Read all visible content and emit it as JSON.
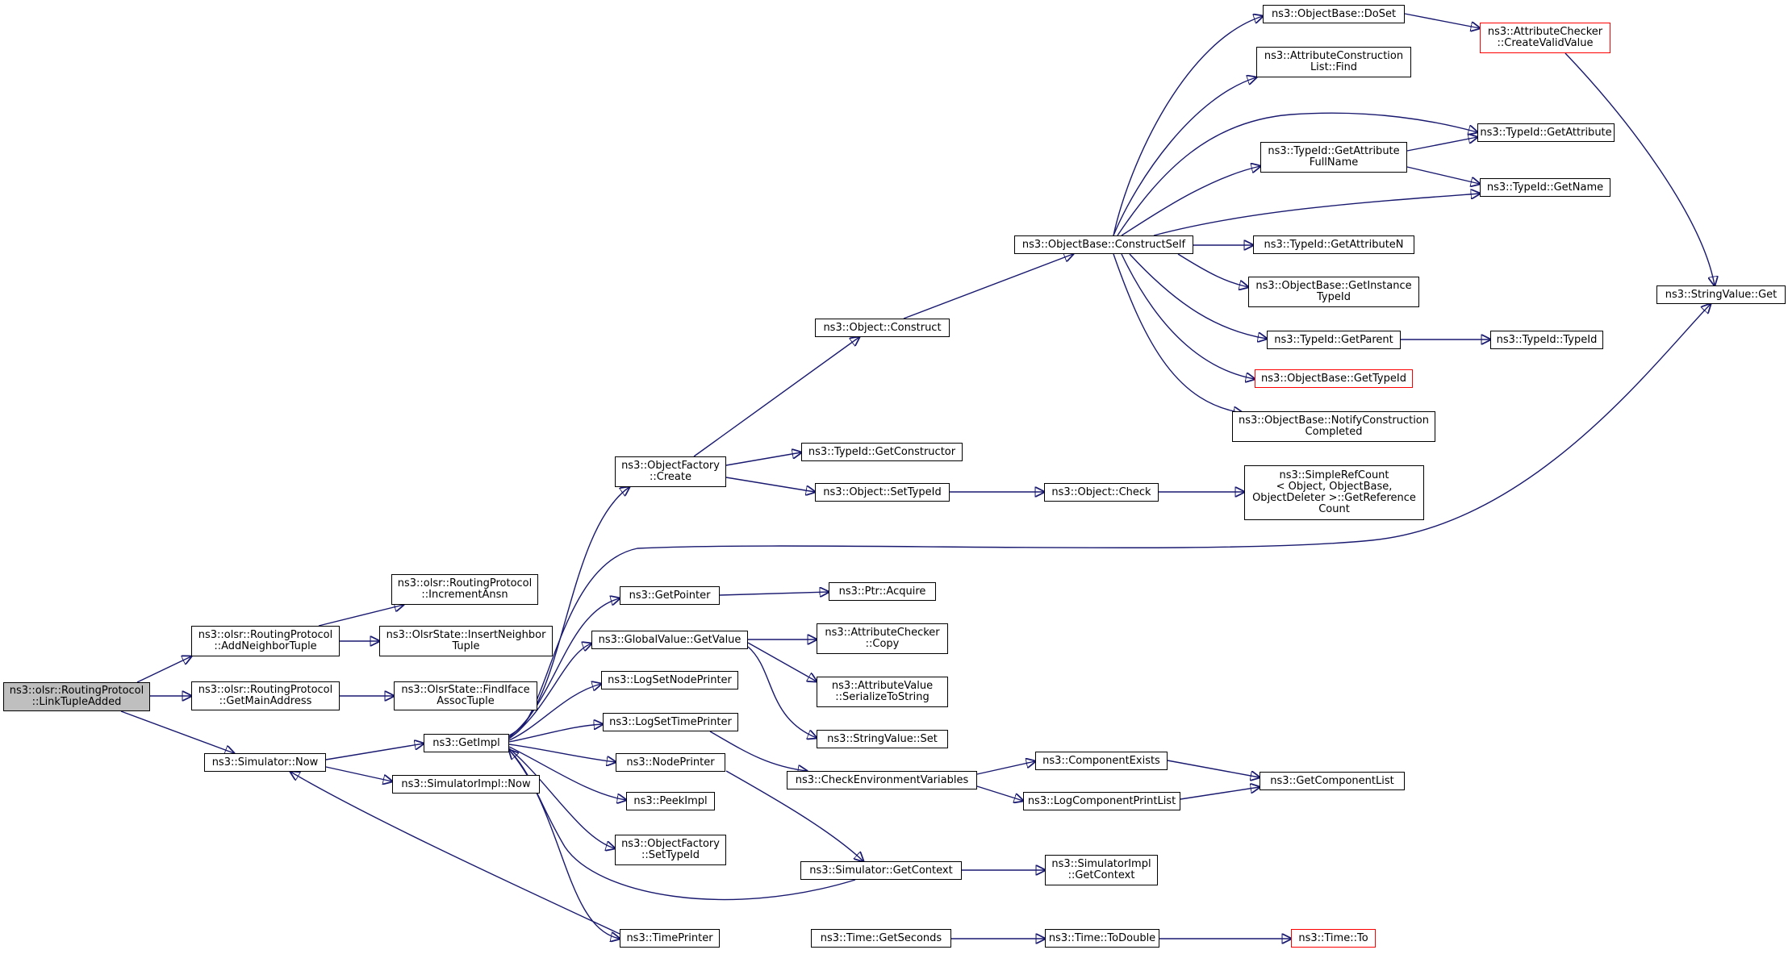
{
  "graph": {
    "edge_color": "#191970",
    "root_fill": "#bfbfbf",
    "truncated_border": "#ff0000",
    "nodes": {
      "link_tuple_added": "ns3::olsr::RoutingProtocol\n::LinkTupleAdded",
      "add_neighbor_tuple": "ns3::olsr::RoutingProtocol\n::AddNeighborTuple",
      "get_main_address": "ns3::olsr::RoutingProtocol\n::GetMainAddress",
      "simulator_now": "ns3::Simulator::Now",
      "increment_ansn": "ns3::olsr::RoutingProtocol\n::IncrementAnsn",
      "insert_neighbor_tuple": "ns3::OlsrState::InsertNeighbor\nTuple",
      "find_iface_assoc_tuple": "ns3::OlsrState::FindIface\nAssocTuple",
      "get_impl": "ns3::GetImpl",
      "simulator_impl_now": "ns3::SimulatorImpl::Now",
      "object_factory_create": "ns3::ObjectFactory\n::Create",
      "get_pointer": "ns3::GetPointer",
      "global_value_get_value": "ns3::GlobalValue::GetValue",
      "log_set_node_printer": "ns3::LogSetNodePrinter",
      "log_set_time_printer": "ns3::LogSetTimePrinter",
      "node_printer": "ns3::NodePrinter",
      "peek_impl": "ns3::PeekImpl",
      "object_factory_set_type_id": "ns3::ObjectFactory\n::SetTypeId",
      "time_printer": "ns3::TimePrinter",
      "object_construct": "ns3::Object::Construct",
      "type_id_get_constructor": "ns3::TypeId::GetConstructor",
      "object_set_type_id": "ns3::Object::SetTypeId",
      "ptr_acquire": "ns3::Ptr::Acquire",
      "attribute_checker_copy": "ns3::AttributeChecker\n::Copy",
      "attribute_value_serialize": "ns3::AttributeValue\n::SerializeToString",
      "string_value_set": "ns3::StringValue::Set",
      "check_env_vars": "ns3::CheckEnvironmentVariables",
      "simulator_get_context": "ns3::Simulator::GetContext",
      "time_get_seconds": "ns3::Time::GetSeconds",
      "construct_self": "ns3::ObjectBase::ConstructSelf",
      "object_check": "ns3::Object::Check",
      "component_exists": "ns3::ComponentExists",
      "log_component_print_list": "ns3::LogComponentPrintList",
      "simulator_impl_get_context": "ns3::SimulatorImpl\n::GetContext",
      "time_to_double": "ns3::Time::ToDouble",
      "object_base_do_set": "ns3::ObjectBase::DoSet",
      "attr_construction_list_find": "ns3::AttributeConstruction\nList::Find",
      "type_id_get_attribute_full_name": "ns3::TypeId::GetAttribute\nFullName",
      "type_id_get_attribute_n": "ns3::TypeId::GetAttributeN",
      "object_base_get_instance_type_id": "ns3::ObjectBase::GetInstance\nTypeId",
      "type_id_get_parent": "ns3::TypeId::GetParent",
      "object_base_get_type_id": "ns3::ObjectBase::GetTypeId",
      "object_base_notify_construction_completed": "ns3::ObjectBase::NotifyConstruction\nCompleted",
      "simple_ref_count_get_reference_count": "ns3::SimpleRefCount\n< Object, ObjectBase,\n ObjectDeleter >::GetReference\nCount",
      "get_component_list": "ns3::GetComponentList",
      "time_to": "ns3::Time::To",
      "attribute_checker_create_valid_value": "ns3::AttributeChecker\n::CreateValidValue",
      "type_id_get_attribute": "ns3::TypeId::GetAttribute",
      "type_id_get_name": "ns3::TypeId::GetName",
      "type_id_type_id": "ns3::TypeId::TypeId",
      "string_value_get": "ns3::StringValue::Get"
    }
  }
}
